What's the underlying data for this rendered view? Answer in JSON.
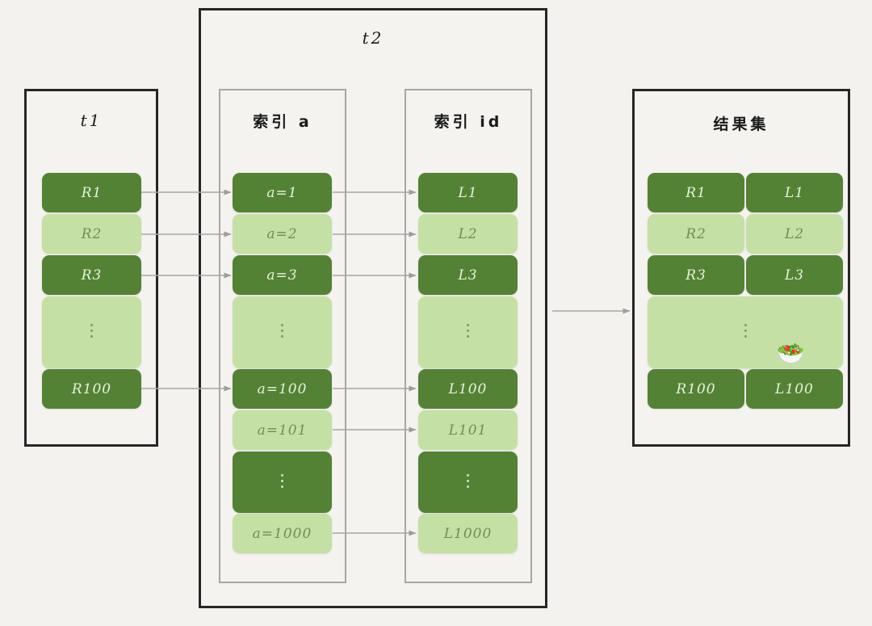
{
  "diagram": {
    "background_color": "#f3f2ee",
    "dark_color": "#548235",
    "light_color": "#c5e0a5",
    "frame_color": "#262626",
    "inner_frame_color": "#a6a6a6",
    "arrow_color": "#a6a6a6"
  },
  "frames": {
    "t1": {
      "title": "t1"
    },
    "t2": {
      "title": "t2"
    },
    "index_a": {
      "title": "索引 a"
    },
    "index_id": {
      "title": "索引 id"
    },
    "result_set": {
      "title": "结果集"
    }
  },
  "columns": {
    "t1_rows": [
      {
        "label": "R1",
        "shade": "dark"
      },
      {
        "label": "R2",
        "shade": "light"
      },
      {
        "label": "R3",
        "shade": "dark"
      },
      {
        "label": "⋮",
        "shade": "light",
        "ellipsis": true
      },
      {
        "label": "R100",
        "shade": "dark"
      }
    ],
    "index_a_rows": [
      {
        "label": "a=1",
        "shade": "dark"
      },
      {
        "label": "a=2",
        "shade": "light"
      },
      {
        "label": "a=3",
        "shade": "dark"
      },
      {
        "label": "⋮",
        "shade": "light",
        "ellipsis": true
      },
      {
        "label": "a=100",
        "shade": "dark"
      },
      {
        "label": "a=101",
        "shade": "light"
      },
      {
        "label": "⋮",
        "shade": "dark",
        "ellipsis": true
      },
      {
        "label": "a=1000",
        "shade": "light"
      }
    ],
    "index_id_rows": [
      {
        "label": "L1",
        "shade": "dark"
      },
      {
        "label": "L2",
        "shade": "light"
      },
      {
        "label": "L3",
        "shade": "dark"
      },
      {
        "label": "⋮",
        "shade": "light",
        "ellipsis": true
      },
      {
        "label": "L100",
        "shade": "dark"
      },
      {
        "label": "L101",
        "shade": "light"
      },
      {
        "label": "⋮",
        "shade": "dark",
        "ellipsis": true
      },
      {
        "label": "L1000",
        "shade": "light"
      }
    ],
    "result_rows": [
      {
        "left": "R1",
        "right": "L1",
        "shade": "dark"
      },
      {
        "left": "R2",
        "right": "L2",
        "shade": "light"
      },
      {
        "left": "R3",
        "right": "L3",
        "shade": "dark"
      },
      {
        "left": "⋮",
        "right": "",
        "shade": "light",
        "ellipsis": true
      },
      {
        "left": "R100",
        "right": "L100",
        "shade": "dark"
      }
    ]
  },
  "badge": {
    "icon": "🥗",
    "name": "salad-bowl-emoji"
  }
}
